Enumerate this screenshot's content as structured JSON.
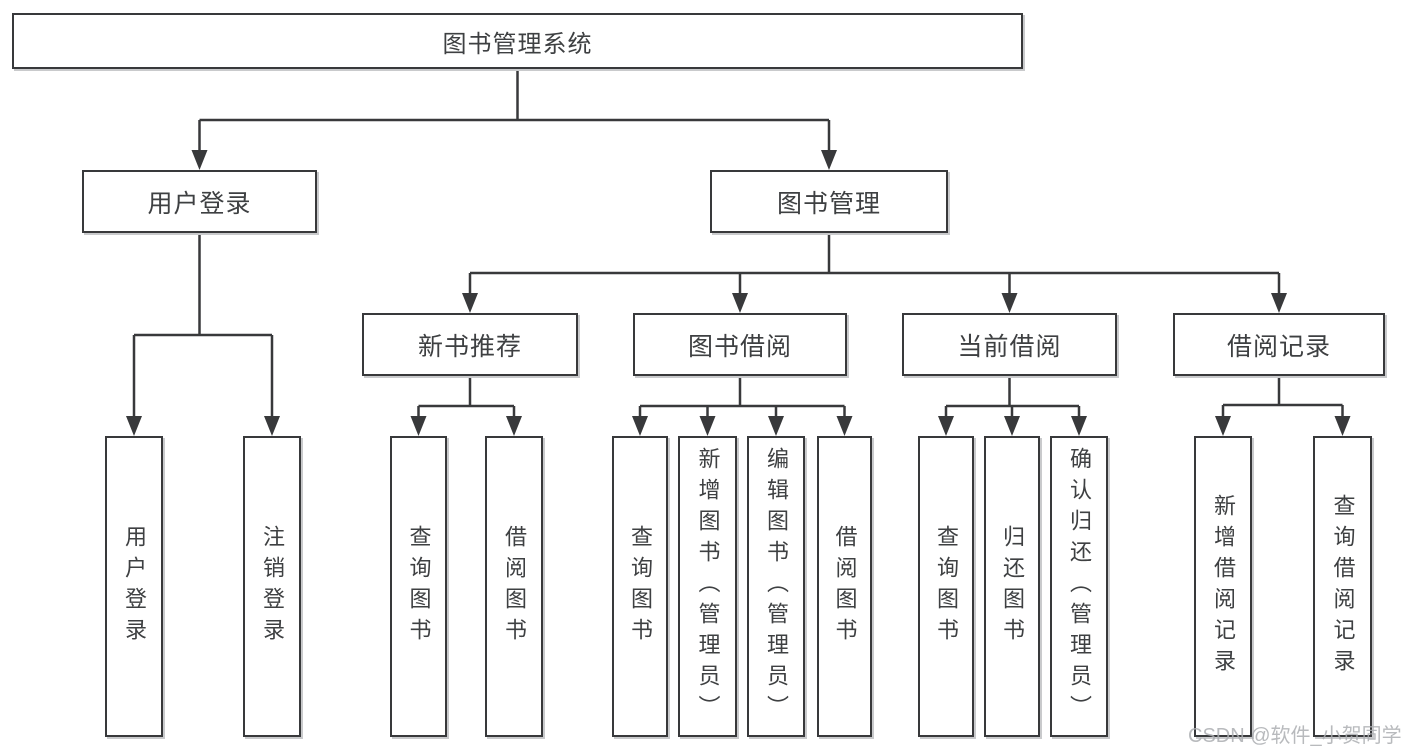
{
  "root": {
    "label": "图书管理系统"
  },
  "branches": [
    {
      "label": "用户登录",
      "children": [
        {
          "label": "用户登录"
        },
        {
          "label": "注销登录"
        }
      ]
    },
    {
      "label": "图书管理",
      "sections": [
        {
          "label": "新书推荐",
          "children": [
            {
              "label": "查询图书"
            },
            {
              "label": "借阅图书"
            }
          ]
        },
        {
          "label": "图书借阅",
          "children": [
            {
              "label": "查询图书"
            },
            {
              "label": "新增图书（管理员）"
            },
            {
              "label": "编辑图书（管理员）"
            },
            {
              "label": "借阅图书"
            }
          ]
        },
        {
          "label": "当前借阅",
          "children": [
            {
              "label": "查询图书"
            },
            {
              "label": "归还图书"
            },
            {
              "label": "确认归还（管理员）"
            }
          ]
        },
        {
          "label": "借阅记录",
          "children": [
            {
              "label": "新增借阅记录"
            },
            {
              "label": "查询借阅记录"
            }
          ]
        }
      ]
    }
  ],
  "watermark": "CSDN @软件_小贺同学",
  "colors": {
    "line": "#38393b",
    "text": "#3e4042",
    "box_background": "#ffffff",
    "watermark": "#acaeb2"
  }
}
